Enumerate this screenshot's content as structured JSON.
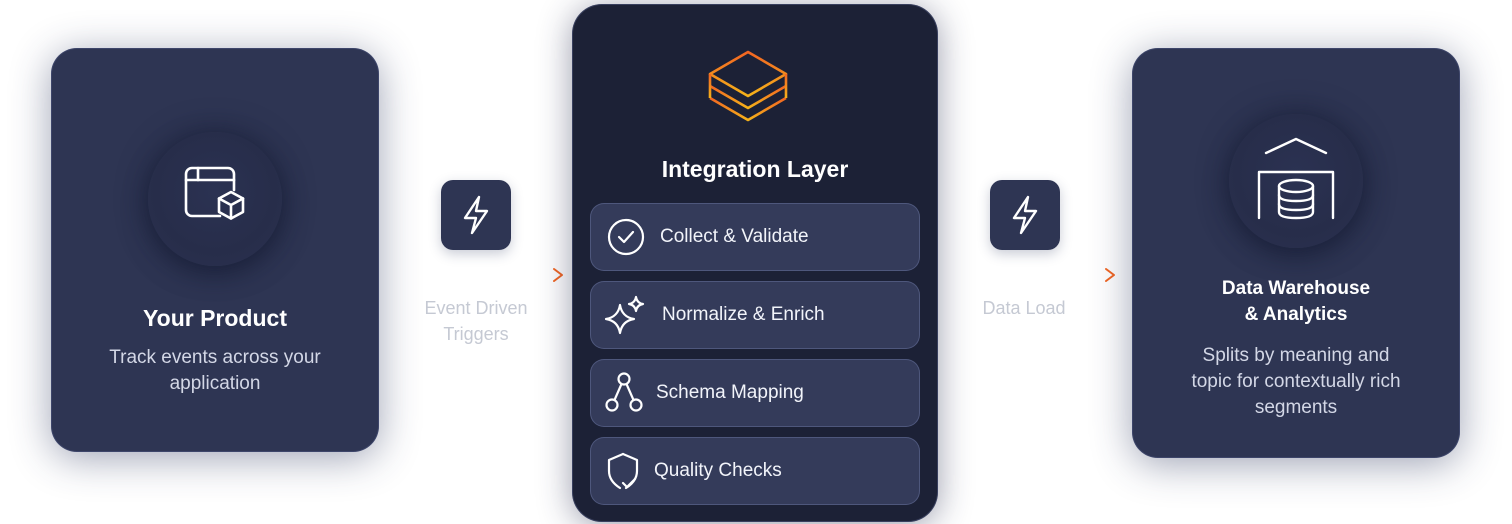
{
  "source": {
    "title": "Your Product",
    "description_line1": "Track events across your",
    "description_line2": "application",
    "icon": "browser-window-with-cube-icon"
  },
  "connector_left": {
    "icon": "lightning-bolt-icon",
    "label_line1": "Event Driven",
    "label_line2": "Triggers"
  },
  "integration": {
    "logo": "stacked-layers-icon",
    "title": "Integration Layer",
    "steps": [
      {
        "label": "Collect & Validate",
        "icon": "check-circle-icon"
      },
      {
        "label": "Normalize & Enrich",
        "icon": "sparkles-icon"
      },
      {
        "label": "Schema Mapping",
        "icon": "node-graph-icon"
      },
      {
        "label": "Quality Checks",
        "icon": "shield-check-icon"
      }
    ]
  },
  "connector_right": {
    "icon": "lightning-bolt-icon",
    "label": "Data Load"
  },
  "destination": {
    "title_line1": "Data Warehouse",
    "title_line2": "& Analytics",
    "description_line1": "Splits by meaning and",
    "description_line2": "topic for contextually rich",
    "description_line3": "segments",
    "icon": "warehouse-database-icon"
  },
  "colors": {
    "card": "#2e3553",
    "panel": "#1c2136",
    "step": "#343b5a",
    "accent_orange": "#f26522",
    "accent_yellow": "#f5b21a"
  }
}
